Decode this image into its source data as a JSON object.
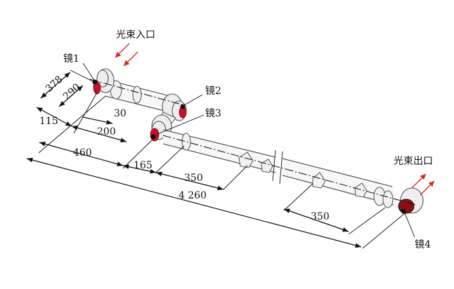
{
  "labels": {
    "beam_in": "光束入口",
    "beam_out": "光束出口",
    "mirror1": "镜1",
    "mirror2": "镜2",
    "mirror3": "镜3",
    "mirror4": "镜4"
  },
  "dimensions": {
    "d378": "378",
    "d290": "290",
    "d30": "30",
    "d115": "115",
    "d200": "200",
    "d460": "460",
    "d165": "165",
    "d350a": "350",
    "d4260": "4 260",
    "d350b": "350"
  },
  "colors": {
    "arrow": "#d8281f",
    "mirror": "#c8102e",
    "mirror_dark": "#7a1010",
    "pipe_fill": "#f7f7f7"
  }
}
